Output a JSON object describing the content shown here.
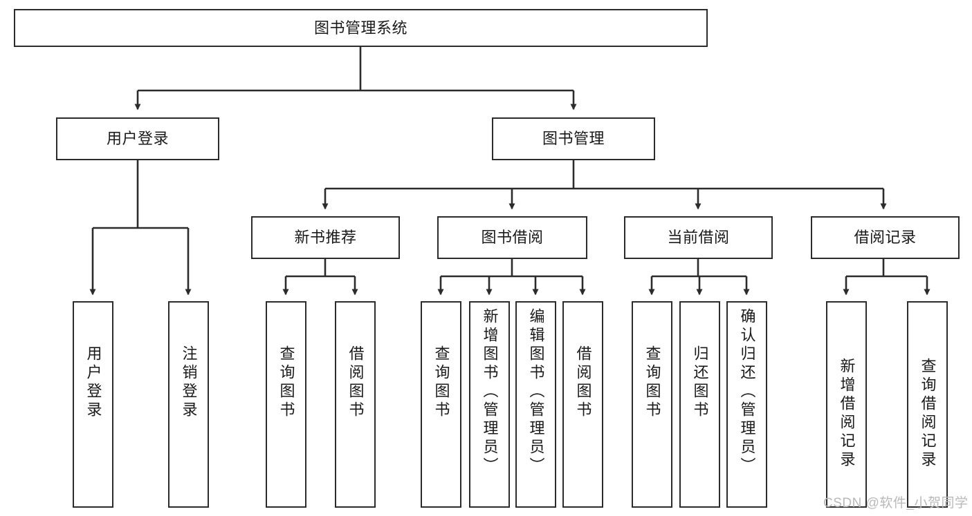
{
  "diagram": {
    "type": "hierarchy-tree",
    "title": "图书管理系统",
    "levels": 4,
    "root": {
      "label": "图书管理系统",
      "orientation": "horizontal"
    },
    "level2": [
      {
        "label": "用户登录",
        "orientation": "horizontal"
      },
      {
        "label": "图书管理",
        "orientation": "horizontal"
      }
    ],
    "level3": [
      {
        "label": "新书推荐",
        "orientation": "horizontal",
        "parent": "图书管理"
      },
      {
        "label": "图书借阅",
        "orientation": "horizontal",
        "parent": "图书管理"
      },
      {
        "label": "当前借阅",
        "orientation": "horizontal",
        "parent": "图书管理"
      },
      {
        "label": "借阅记录",
        "orientation": "horizontal",
        "parent": "图书管理"
      }
    ],
    "leaves": {
      "user_login": [
        {
          "label": "用户登录",
          "orientation": "vertical"
        },
        {
          "label": "注销登录",
          "orientation": "vertical"
        }
      ],
      "new_book_recommend": [
        {
          "label": "查询图书",
          "orientation": "vertical"
        },
        {
          "label": "借阅图书",
          "orientation": "vertical"
        }
      ],
      "book_borrow": [
        {
          "label": "查询图书",
          "orientation": "vertical"
        },
        {
          "label": "新增图书（管理员）",
          "orientation": "vertical"
        },
        {
          "label": "编辑图书（管理员）",
          "orientation": "vertical"
        },
        {
          "label": "借阅图书",
          "orientation": "vertical"
        }
      ],
      "current_borrow": [
        {
          "label": "查询图书",
          "orientation": "vertical"
        },
        {
          "label": "归还图书",
          "orientation": "vertical"
        },
        {
          "label": "确认归还（管理员）",
          "orientation": "vertical"
        }
      ],
      "borrow_record": [
        {
          "label": "新增借阅记录",
          "orientation": "vertical"
        },
        {
          "label": "查询借阅记录",
          "orientation": "vertical"
        }
      ]
    },
    "colors": {
      "box_border": "#2b2b2b",
      "box_fill": "#ffffff",
      "connector": "#2b2b2b",
      "text": "#1a1a1a",
      "watermark": "#b9b9b9",
      "background": "#ffffff"
    }
  },
  "watermark": {
    "text": "CSDN @软件_小贺同学"
  }
}
